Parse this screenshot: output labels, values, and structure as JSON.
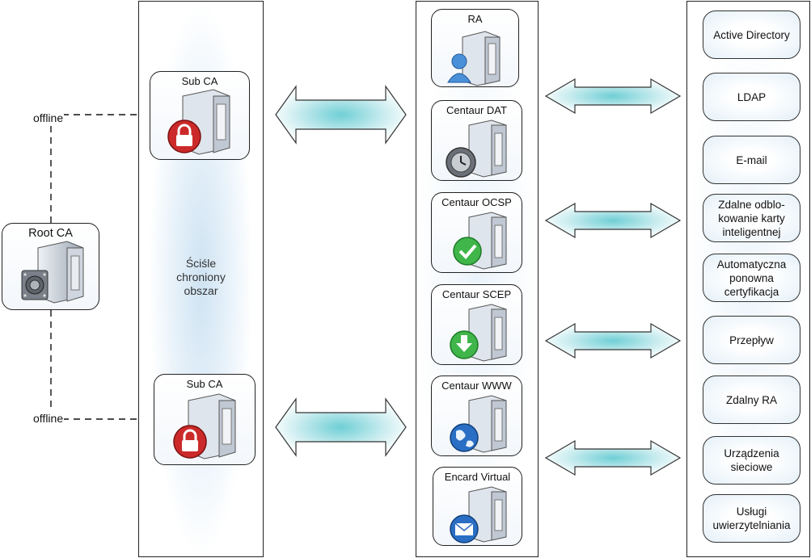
{
  "root_ca": {
    "label": "Root CA"
  },
  "offline_labels": [
    "offline",
    "offline"
  ],
  "zone": {
    "label": "Ściśle\nchroniony\nobszar"
  },
  "sub_ca": [
    {
      "label": "Sub CA"
    },
    {
      "label": "Sub CA"
    }
  ],
  "middle_nodes": [
    {
      "label": "RA",
      "badge": "user-icon"
    },
    {
      "label": "Centaur DAT",
      "badge": "clock-icon"
    },
    {
      "label": "Centaur OCSP",
      "badge": "checkmark-icon"
    },
    {
      "label": "Centaur SCEP",
      "badge": "download-icon"
    },
    {
      "label": "Centaur WWW",
      "badge": "globe-icon"
    },
    {
      "label": "Encard Virtual",
      "badge": "envelope-icon"
    }
  ],
  "services": [
    "Active Directory",
    "LDAP",
    "E-mail",
    "Zdalne odblo-kowanie karty inteligentnej",
    "Automatyczna ponowna certyfikacja",
    "Przepływ",
    "Zdalny RA",
    "Urządzenia sieciowe",
    "Usługi uwierzytelniania"
  ],
  "colors": {
    "arrow_center": "#7fd3d8",
    "arrow_edge": "#ffffff",
    "lock": "#cc2a2a",
    "check": "#3fb54a",
    "globe": "#2a6fc4"
  }
}
